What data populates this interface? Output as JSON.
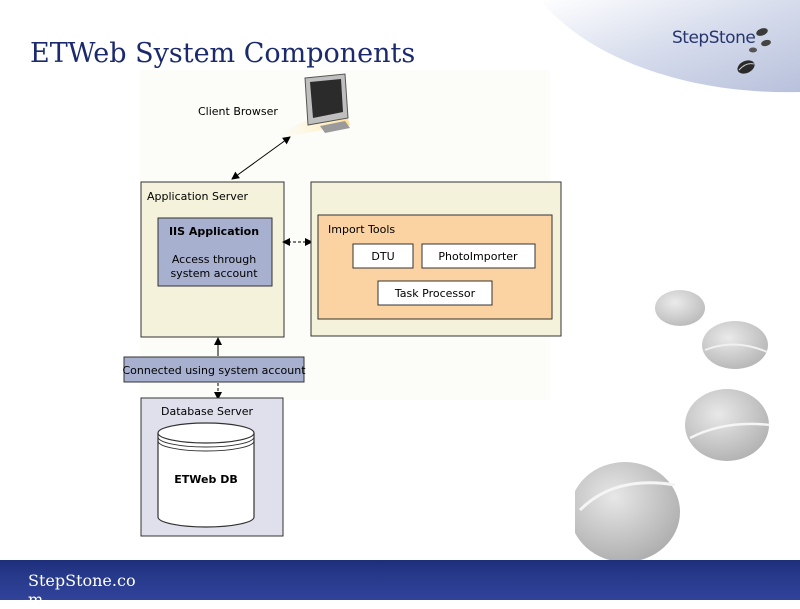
{
  "slide": {
    "title": "ETWeb System Components",
    "logo": "StepStone",
    "footer": "StepStone.com"
  },
  "diagram": {
    "client_browser_label": "Client Browser",
    "app_server_label": "Application Server",
    "iis_title": "IIS Application",
    "iis_desc_line1": "Access through",
    "iis_desc_line2": "system account",
    "import_tools_label": "Import Tools",
    "dtu_label": "DTU",
    "photo_importer_label": "PhotoImporter",
    "task_processor_label": "Task Processor",
    "connection_label": "Connected using system account",
    "db_server_label": "Database Server",
    "db_label": "ETWeb DB"
  },
  "colors": {
    "title": "#1a2a6c",
    "server_fill": "#f5f2dc",
    "iis_fill": "#a7b0cf",
    "import_fill": "#fbd2a2",
    "footer": "#27398a"
  }
}
